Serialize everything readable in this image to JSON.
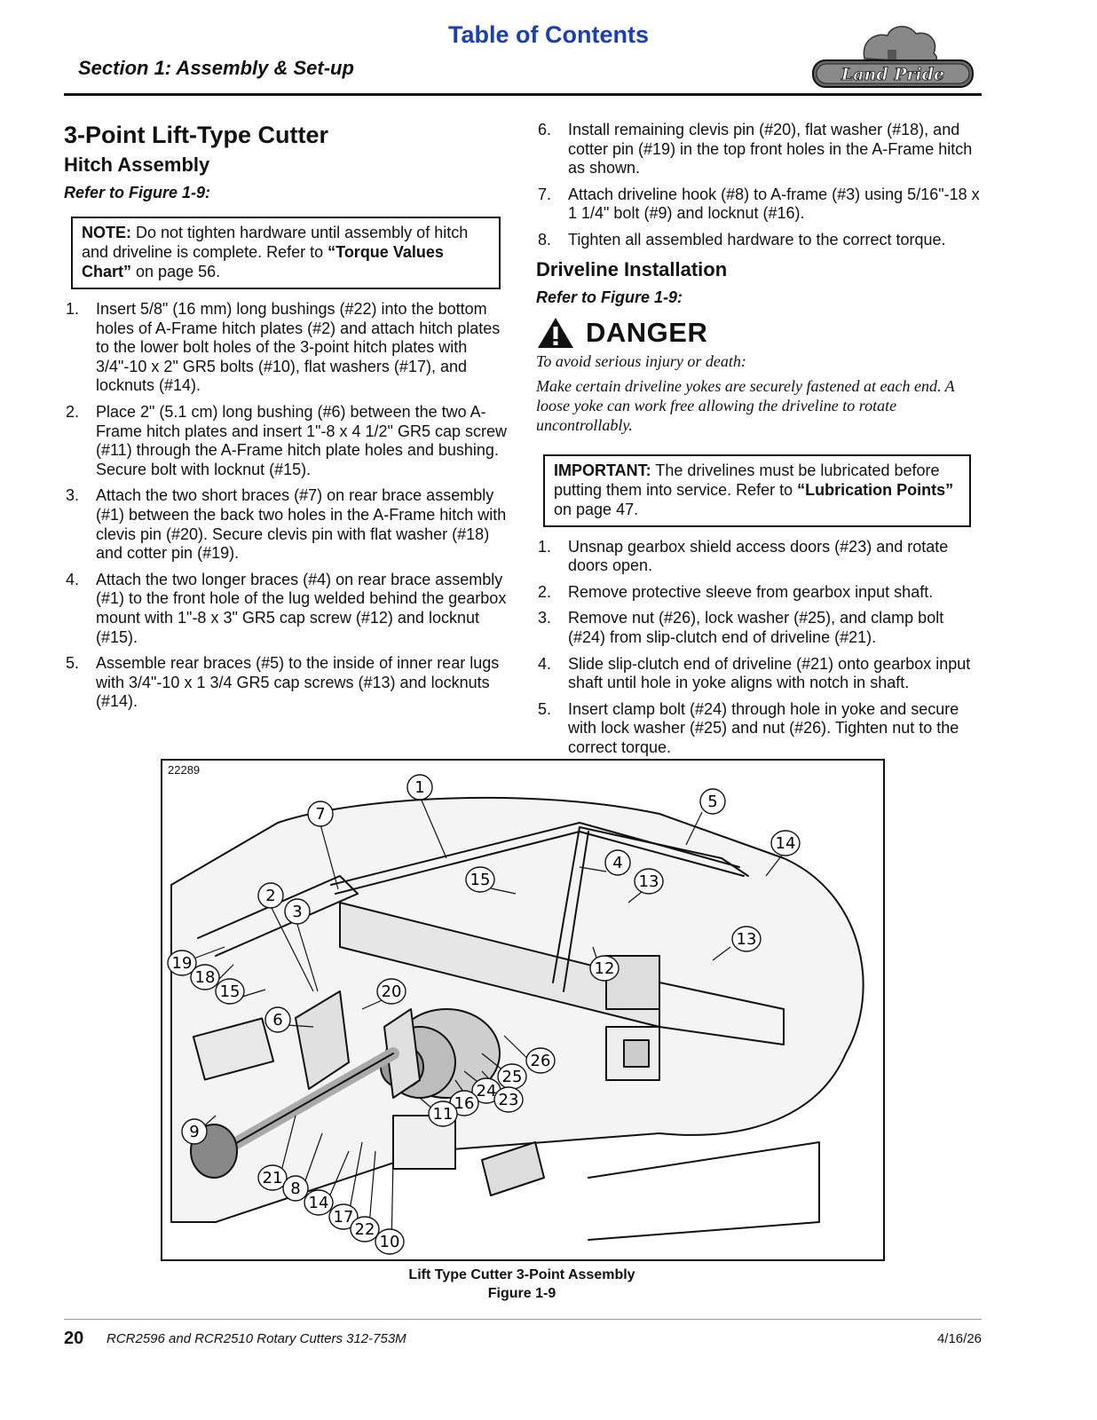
{
  "header": {
    "toc_link": "Table of Contents",
    "section_title": "Section 1: Assembly & Set-up",
    "logo_text": "Land Pride"
  },
  "left_column": {
    "title": "3-Point Lift-Type Cutter",
    "subtitle": "Hitch Assembly",
    "refer": "Refer to Figure 1-9:",
    "note": {
      "label": "NOTE:",
      "text_1": "Do not tighten hardware until assembly of hitch and driveline is complete. Refer to",
      "link": "“Torque Values Chart”",
      "text_2": "on page 56."
    },
    "steps": [
      {
        "num": "1.",
        "text": "Insert 5/8\" (16 mm) long bushings (#22) into the bottom holes of A-Frame hitch plates (#2) and attach hitch plates to the lower bolt holes of the 3-point hitch plates with 3/4\"-10 x 2\" GR5 bolts (#10), flat washers (#17), and locknuts (#14)."
      },
      {
        "num": "2.",
        "text": "Place 2\" (5.1 cm) long bushing (#6) between the two A-Frame hitch plates and insert 1\"-8 x 4 1/2\" GR5 cap screw (#11) through the A-Frame hitch plate holes and bushing. Secure bolt with locknut (#15)."
      },
      {
        "num": "3.",
        "text": "Attach the two short braces (#7) on rear brace assembly (#1) between the back two holes in the A-Frame hitch with clevis pin (#20). Secure clevis pin with flat washer (#18) and cotter pin (#19)."
      },
      {
        "num": "4.",
        "text": "Attach the two longer braces (#4) on rear brace assembly (#1) to the front hole of the lug welded behind the gearbox mount with 1\"-8 x 3\" GR5 cap screw (#12) and locknut (#15)."
      },
      {
        "num": "5.",
        "text": "Assemble rear braces (#5) to the inside of inner rear lugs with 3/4\"-10 x 1 3/4 GR5 cap screws (#13) and locknuts (#14)."
      }
    ]
  },
  "right_column": {
    "steps": [
      {
        "num": "6.",
        "text": "Install remaining clevis pin (#20), flat washer (#18), and cotter pin (#19) in the top front holes in the A-Frame hitch as shown."
      },
      {
        "num": "7.",
        "text": "Attach driveline hook (#8) to A-frame (#3) using 5/16\"-18 x 1 1/4\" bolt (#9) and locknut (#16)."
      },
      {
        "num": "8.",
        "text": "Tighten all assembled hardware to the correct torque."
      }
    ],
    "subtitle": "Driveline Installation",
    "refer": "Refer to Figure 1-9:",
    "danger": {
      "word": "DANGER",
      "line_1": "To avoid serious injury or death:",
      "line_2": "Make certain driveline yokes are securely fastened at each end. A loose yoke can work free allowing the driveline to rotate uncontrollably."
    },
    "important": {
      "label": "IMPORTANT:",
      "text_1": "The drivelines must be lubricated before putting them into service. Refer to",
      "link": "“Lubrication Points”",
      "text_2": "on page 47."
    },
    "install_steps": [
      {
        "num": "1.",
        "text": "Unsnap gearbox shield access doors (#23) and rotate doors open."
      },
      {
        "num": "2.",
        "text": "Remove protective sleeve from gearbox input shaft."
      },
      {
        "num": "3.",
        "text": "Remove nut (#26), lock washer (#25), and clamp bolt (#24) from slip-clutch end of driveline (#21)."
      },
      {
        "num": "4.",
        "text": "Slide slip-clutch end of driveline (#21) onto gearbox input shaft until hole in yoke aligns with notch in shaft."
      },
      {
        "num": "5.",
        "text": "Insert clamp bolt (#24) through hole in yoke and secure with lock washer (#25) and nut (#26). Tighten nut to the correct torque."
      }
    ]
  },
  "figure": {
    "id": "22289",
    "callouts": [
      "1",
      "7",
      "5",
      "14",
      "4",
      "15",
      "13",
      "2",
      "3",
      "13",
      "19",
      "18",
      "15",
      "20",
      "12",
      "6",
      "26",
      "25",
      "24",
      "23",
      "16",
      "11",
      "9",
      "21",
      "8",
      "14",
      "17",
      "22",
      "10"
    ],
    "caption_1": "Lift Type Cutter 3-Point Assembly",
    "caption_2": "Figure 1-9"
  },
  "footer": {
    "page_number": "20",
    "doc_title": "RCR2596 and RCR2510 Rotary Cutters 312-753M",
    "date": "4/16/26"
  }
}
